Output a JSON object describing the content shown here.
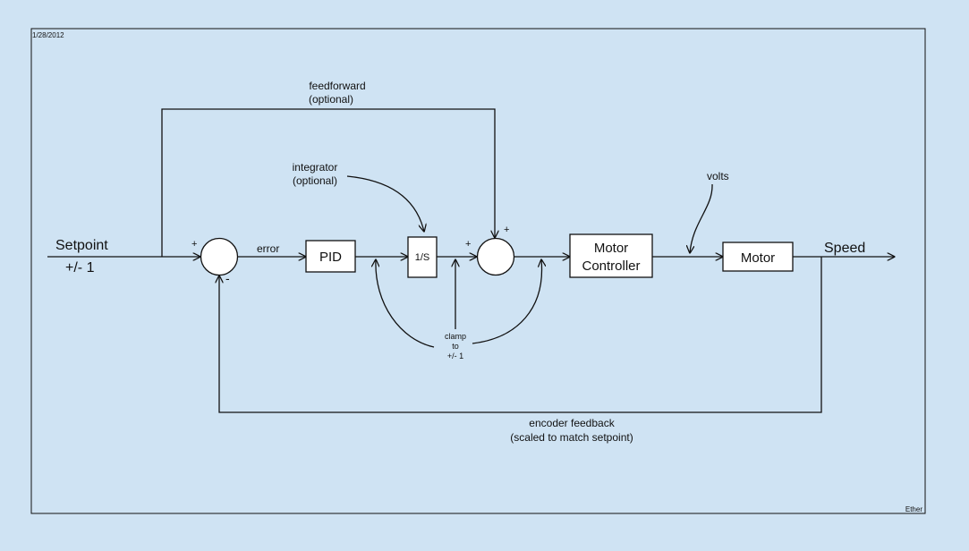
{
  "page": {
    "date": "1/28/2012",
    "author": "Ether",
    "colors": {
      "background": "#cfe3f3",
      "canvas": "#cfe3f3",
      "ink": "#111111",
      "block_fill": "#ffffff"
    }
  },
  "blocks": {
    "pid": "PID",
    "integrator": "1/S",
    "motor_controller": [
      "Motor",
      "Controller"
    ],
    "motor": "Motor"
  },
  "signals": {
    "setpoint": "Setpoint",
    "setpoint_range": "+/- 1",
    "error": "error",
    "speed": "Speed",
    "volts": "volts"
  },
  "summing": {
    "sum1_plus": "+",
    "sum1_minus": "-",
    "sum2_plus_left": "+",
    "sum2_plus_top": "+"
  },
  "annotations": {
    "feedforward": [
      "feedforward",
      "(optional)"
    ],
    "integrator": [
      "integrator",
      "(optional)"
    ],
    "clamp": [
      "clamp",
      "to",
      "+/- 1"
    ],
    "encoder_feedback": [
      "encoder feedback",
      "(scaled to match setpoint)"
    ]
  }
}
